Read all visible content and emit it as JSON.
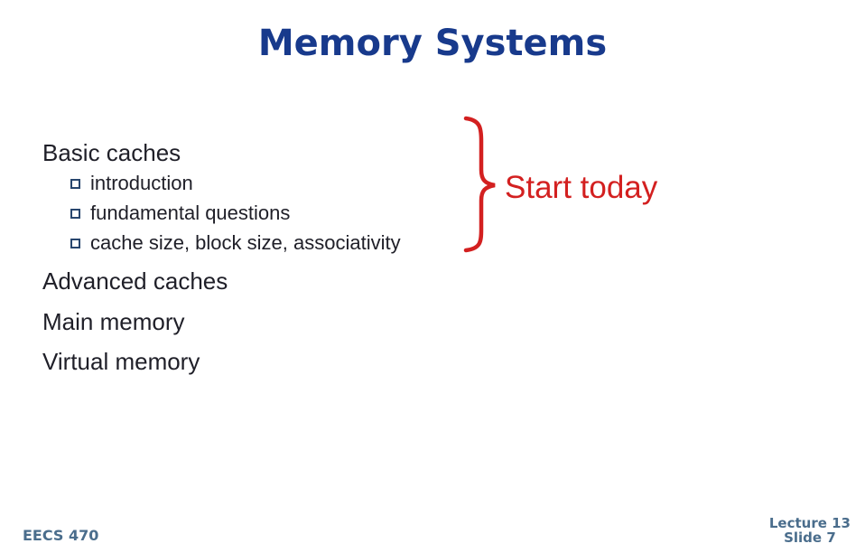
{
  "slide": {
    "title": "Memory Systems",
    "outline": {
      "basic": {
        "heading": "Basic caches",
        "bullets": [
          "introduction",
          "fundamental questions",
          "cache size, block size, associativity"
        ]
      },
      "advanced": {
        "heading": "Advanced caches"
      },
      "main_memory": {
        "heading": "Main memory"
      },
      "virtual_memory": {
        "heading": "Virtual memory"
      }
    },
    "callout": {
      "label": "Start today",
      "brace_icon": "right-curly-brace-icon"
    },
    "footer": {
      "course": "EECS 470",
      "lecture": "Lecture 13",
      "slide_number": "Slide 7"
    },
    "colors": {
      "title_blue": "#183a8c",
      "body_text": "#1f1f28",
      "bullet_square": "#28466e",
      "callout_red": "#d32020",
      "footer_slate": "#4a6d8c",
      "background": "#ffffff"
    }
  }
}
